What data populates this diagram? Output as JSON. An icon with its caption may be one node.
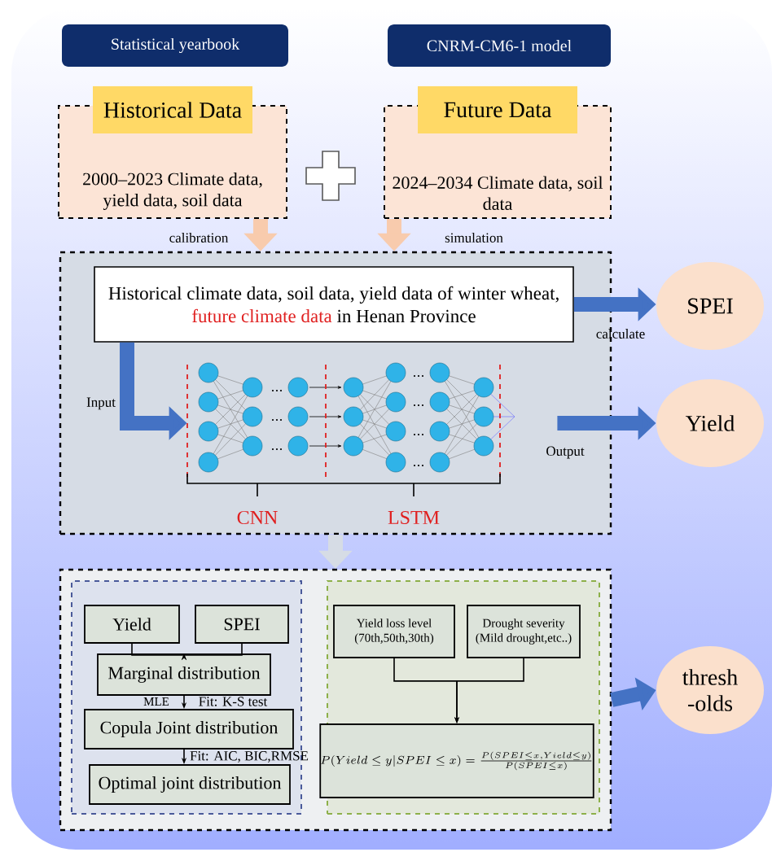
{
  "diagram": {
    "nodes": [
      {
        "text": [
          "Statistical yearbook"
        ]
      },
      {
        "text": [
          "CNRM-CM6-1 model"
        ]
      },
      {
        "text": [
          "Historical Data",
          "2000–2023 Climate data, yield data, soil data"
        ]
      },
      {
        "text": [
          "Future Data",
          "2024–2034 Climate data, soil data"
        ]
      },
      {
        "text": [],
        "shape": "box"
      },
      {
        "text": [
          "Historical climate data, soil data,  yield data of winter wheat,",
          "future climate data",
          "in Henan Province"
        ],
        "in": 4
      },
      {
        "text": [],
        "shape": "picture",
        "in": 4,
        "beside": [
          "CNN",
          "LSTM"
        ]
      },
      {
        "text": [
          "SPEI"
        ]
      },
      {
        "text": [
          "Yield"
        ]
      },
      {
        "text": [],
        "shape": "box"
      },
      {
        "text": [],
        "shape": "box",
        "in": 9
      },
      {
        "text": [
          "Yield"
        ],
        "in": 10
      },
      {
        "text": [
          "SPEI"
        ],
        "in": 10
      },
      {
        "text": [
          "Marginal distribution"
        ],
        "in": 10
      },
      {
        "text": [
          "Copula Joint distribution"
        ],
        "in": 10
      },
      {
        "text": [
          "Optimal joint distribution"
        ],
        "in": 10
      },
      {
        "text": [],
        "shape": "box",
        "in": 9
      },
      {
        "text": [
          "Yield loss level (70th,50th,30th)"
        ],
        "in": 16
      },
      {
        "text": [
          "Drought severity (Mild drought,etc..)"
        ],
        "in": 16
      },
      {
        "text": [
          "P(Yield \\le y|SPEI \\le x)=\\frac{P(SPEI \\le x, Yield \\le y)}{P(SPEI \\le x)}"
        ],
        "in": 16
      },
      {
        "text": [
          "thresh -olds"
        ]
      }
    ],
    "edges": [
      {
        "from": 2,
        "to": 4,
        "arrow": "to",
        "label": "calibration",
        "color": "#f8cbad"
      },
      {
        "from": 3,
        "to": 4,
        "arrow": "to",
        "label": "simulation",
        "color": "#f8cbad"
      },
      {
        "from": 5,
        "to": 6,
        "arrow": "to",
        "label": "Input",
        "color": "#4472c4"
      },
      {
        "from": 5,
        "to": 7,
        "arrow": "to",
        "label": "calculate",
        "color": "#4472c4"
      },
      {
        "from": 6,
        "to": 8,
        "arrow": "to",
        "label": "Output",
        "color": "#4472c4"
      },
      {
        "from": 4,
        "to": 9,
        "arrow": "to",
        "color": "#d6dce5"
      },
      {
        "from": 11,
        "to": 13,
        "arrow": "to"
      },
      {
        "from": 12,
        "to": 13,
        "arrow": "to"
      },
      {
        "from": 13,
        "to": 14,
        "arrow": "to",
        "label": "Fit: K-S test"
      },
      {
        "from": 14,
        "to": 15,
        "arrow": "to",
        "label": "Fit: AIC, BIC,RMSE"
      },
      {
        "from": 17,
        "to": 19,
        "arrow": "to"
      },
      {
        "from": 18,
        "to": 19,
        "arrow": "to"
      },
      {
        "from": 9,
        "to": 20,
        "arrow": "to",
        "color": "#4472c4"
      }
    ],
    "labels": [
      "MLE"
    ]
  }
}
